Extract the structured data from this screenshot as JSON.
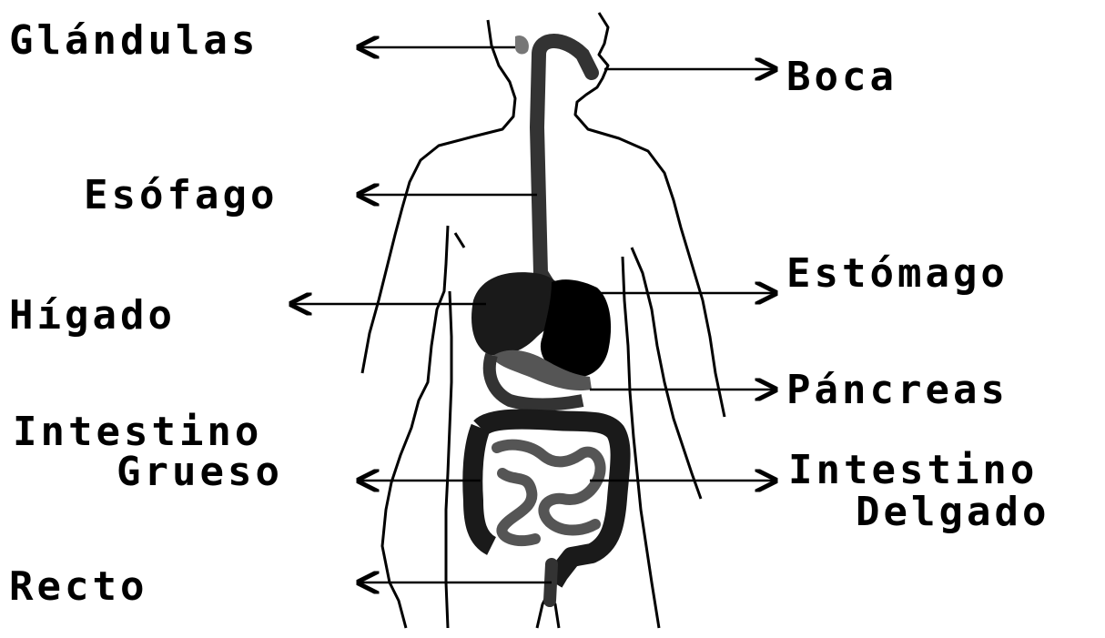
{
  "labels": {
    "glandulas": "Glándulas",
    "boca": "Boca",
    "esofago": "Esófago",
    "estomago": "Estómago",
    "higado": "Hígado",
    "pancreas": "Páncreas",
    "intestino_grueso_1": "Intestino",
    "intestino_grueso_2": "Grueso",
    "intestino_delgado_1": "Intestino",
    "intestino_delgado_2": "Delgado",
    "recto": "Recto"
  },
  "colors": {
    "ink": "#000000",
    "organ": "#1a1a1a",
    "background": "#ffffff"
  }
}
